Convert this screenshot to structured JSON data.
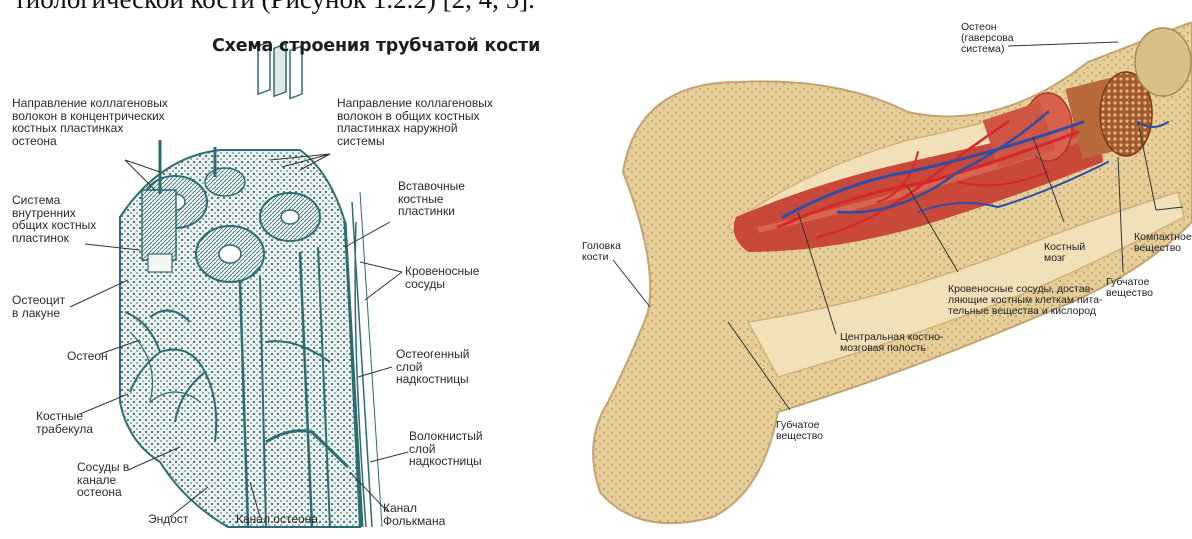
{
  "header": {
    "text": "тиологической кости (Рисунок 1.2.2) [2, 4, 5]."
  },
  "left_diagram": {
    "title": "Схема строения трубчатой кости",
    "labels": {
      "collagen_concentric": "Направление коллагеновых\nволокон в концентрических\nкостных пластинках\nостеона",
      "collagen_general": "Направление коллагеновых\nволокон в общих костных\nпластинках наружной\nсистемы",
      "internal_system": "Система\nвнутренних\nобщих костных\nпластинок",
      "insert_plates": "Вставочные\nкостные\nпластинки",
      "blood_vessels": "Кровеносные\nсосуды",
      "osteocyte": "Остеоцит\nв лакуне",
      "osteon": "Остеон",
      "osteogenic_layer": "Остеогенный\nслой\nнадкостницы",
      "trabeculae": "Костные\nтрабекула",
      "fibrous_layer": "Волокнистый\nслой\nнадкостницы",
      "vessels_in_canal": "Сосуды в\nканале\nостеона",
      "endost": "Эндост",
      "osteon_canal": "Канал остеона",
      "volkmann_canal": "Канал\nФолькмана"
    }
  },
  "right_diagram": {
    "labels": {
      "osteon_havers": "Остеон\n(гаверсова\nсистема)",
      "bone_head": "Головка\nкости",
      "compact": "Компактное\nвещество",
      "marrow": "Костный\nмозг",
      "spongy_right": "Губчатое\nвещество",
      "vessels": "Кровеносные сосуды, достав-\nляющие костным клеткам пита-\nтельные вещества и кислород",
      "central_cavity": "Центральная костно-\nмозговая полость",
      "spongy_bottom": "Губчатое\nвещество"
    }
  },
  "colors": {
    "ink": "#2f6b72",
    "bone": "#e8d3a4",
    "marrow": "#c8493a",
    "vessel_red": "#d9262b",
    "vessel_blue": "#2d4fa8"
  }
}
